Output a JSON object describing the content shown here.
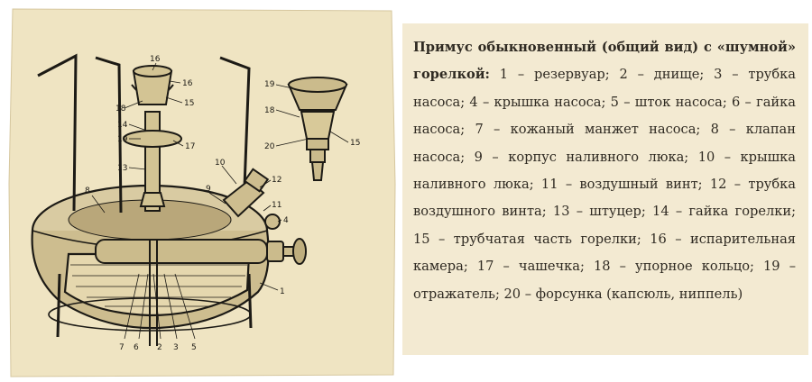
{
  "figure": {
    "labels": [
      "1",
      "2",
      "3",
      "4",
      "5",
      "6",
      "7",
      "8",
      "9",
      "10",
      "11",
      "12",
      "13",
      "14",
      "15",
      "16",
      "17",
      "18",
      "19",
      "20"
    ]
  },
  "caption": {
    "title": "Примус обыкновенный (общий вид) с «шумной» горелкой:",
    "body": " 1 – резервуар; 2 – днище; 3 – трубка насоса; 4 – крышка насоса; 5 – шток насоса; 6 – гайка насоса; 7 – кожаный манжет насоса; 8 – клапан насоса; 9 – корпус наливного люка; 10 – крышка наливного люка; 11 – воздушный винт; 12 – трубка воздушного винта; 13 – штуцер; 14 – гайка горелки; 15 – трубчатая часть горелки; 16 – испарительная камера; 17 – чашечка; 18 – упорное кольцо; 19 – отражатель; 20 – форсунка (капсюль, ниппель)"
  },
  "colors": {
    "paper": "#efe4c2",
    "ink": "#1c1a15",
    "caption_bg": "#f3ead2",
    "caption_text": "#2f2a22"
  }
}
